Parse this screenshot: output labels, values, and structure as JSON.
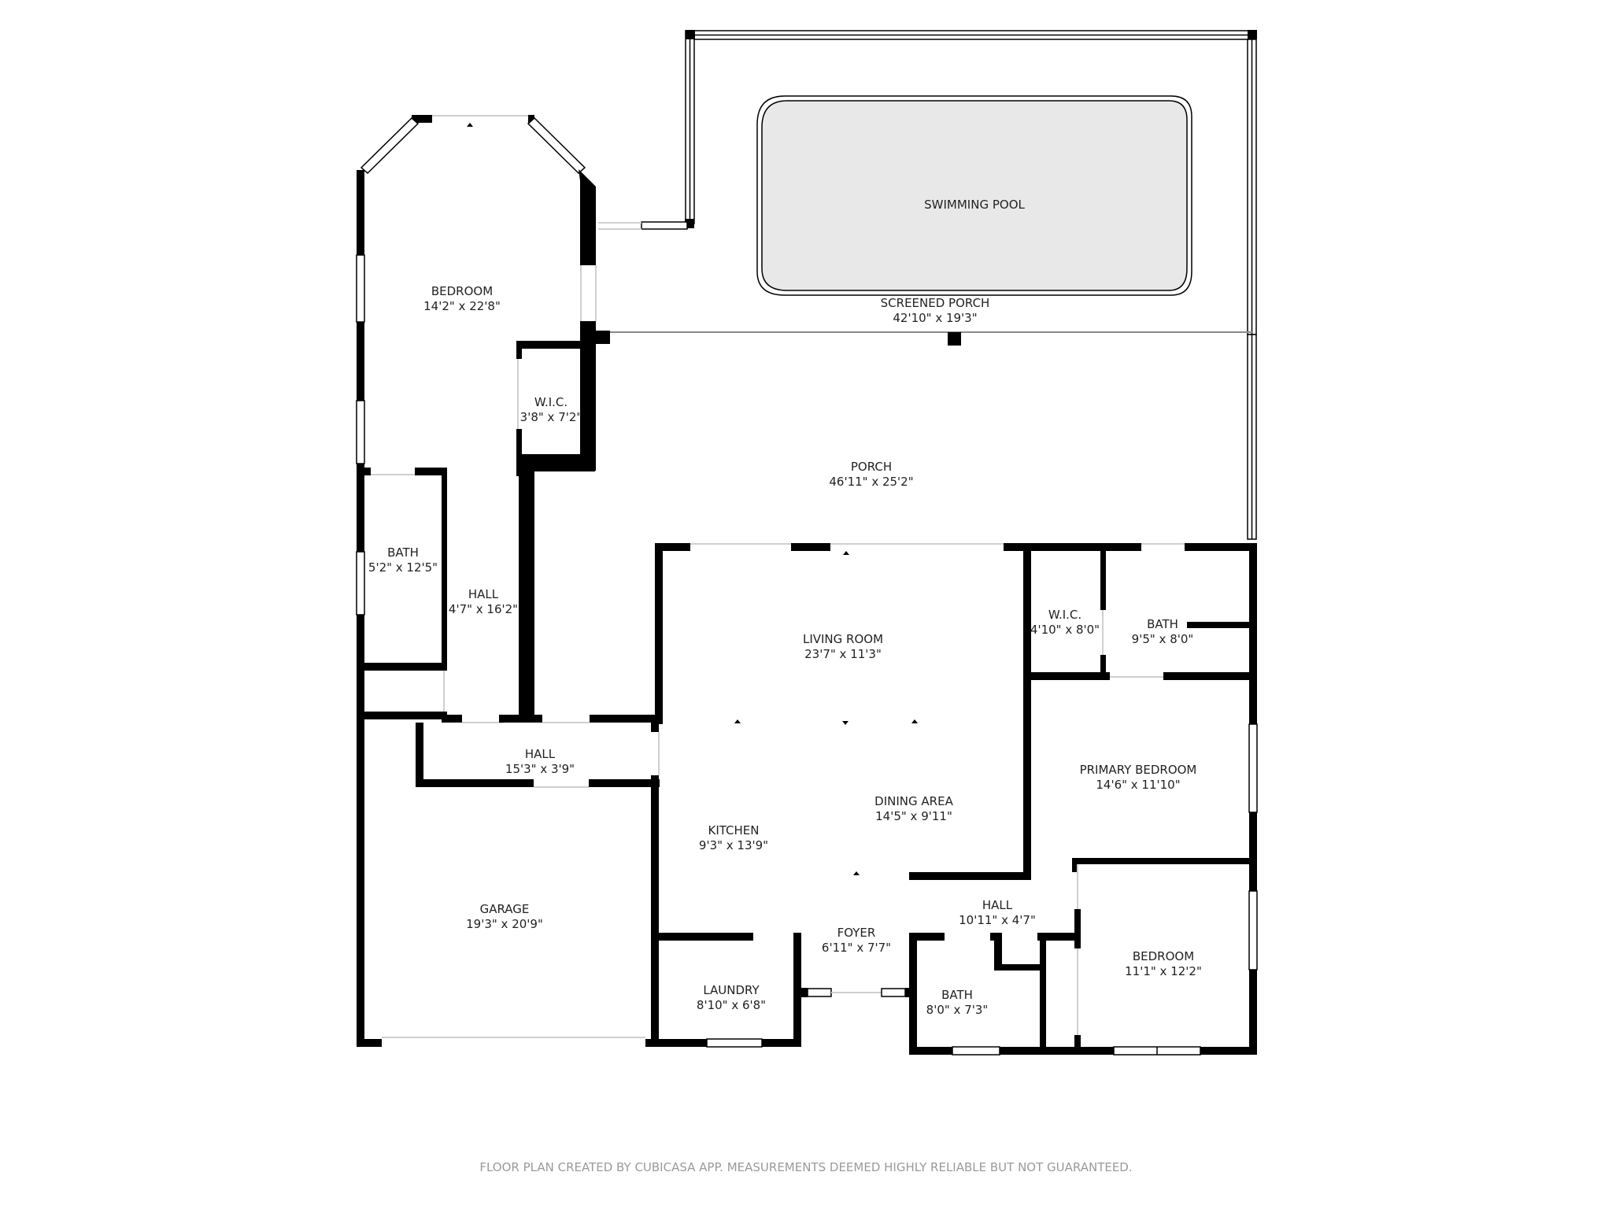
{
  "plan": {
    "rooms": [
      {
        "id": "bedroom-west",
        "name": "BEDROOM",
        "dims": "14'2\" x 22'8\""
      },
      {
        "id": "swimming-pool",
        "name": "SWIMMING POOL",
        "dims": ""
      },
      {
        "id": "screened-porch",
        "name": "SCREENED PORCH",
        "dims": "42'10\" x 19'3\""
      },
      {
        "id": "wic-west",
        "name": "W.I.C.",
        "dims": "3'8\" x 7'2\""
      },
      {
        "id": "porch",
        "name": "PORCH",
        "dims": "46'11\" x 25'2\""
      },
      {
        "id": "bath-west",
        "name": "BATH",
        "dims": "5'2\" x 12'5\""
      },
      {
        "id": "hall-west",
        "name": "HALL",
        "dims": "4'7\" x 16'2\""
      },
      {
        "id": "living-room",
        "name": "LIVING ROOM",
        "dims": "23'7\" x 11'3\""
      },
      {
        "id": "wic-primary",
        "name": "W.I.C.",
        "dims": "4'10\" x 8'0\""
      },
      {
        "id": "bath-primary",
        "name": "BATH",
        "dims": "9'5\" x 8'0\""
      },
      {
        "id": "hall-garage",
        "name": "HALL",
        "dims": "15'3\" x 3'9\""
      },
      {
        "id": "primary-bedroom",
        "name": "PRIMARY BEDROOM",
        "dims": "14'6\" x 11'10\""
      },
      {
        "id": "dining-area",
        "name": "DINING AREA",
        "dims": "14'5\" x 9'11\""
      },
      {
        "id": "kitchen",
        "name": "KITCHEN",
        "dims": "9'3\" x 13'9\""
      },
      {
        "id": "garage",
        "name": "GARAGE",
        "dims": "19'3\" x 20'9\""
      },
      {
        "id": "hall-east",
        "name": "HALL",
        "dims": "10'11\" x 4'7\""
      },
      {
        "id": "foyer",
        "name": "FOYER",
        "dims": "6'11\" x 7'7\""
      },
      {
        "id": "bedroom-east",
        "name": "BEDROOM",
        "dims": "11'1\" x 12'2\""
      },
      {
        "id": "laundry",
        "name": "LAUNDRY",
        "dims": "8'10\" x 6'8\""
      },
      {
        "id": "bath-east",
        "name": "BATH",
        "dims": "8'0\" x 7'3\""
      }
    ],
    "colors": {
      "wall": "#000000",
      "pool_fill": "#e8e8e8",
      "footer_text": "#9a9a9a"
    }
  },
  "footer": {
    "disclaimer": "FLOOR PLAN CREATED BY CUBICASA APP. MEASUREMENTS DEEMED HIGHLY RELIABLE BUT NOT GUARANTEED."
  }
}
